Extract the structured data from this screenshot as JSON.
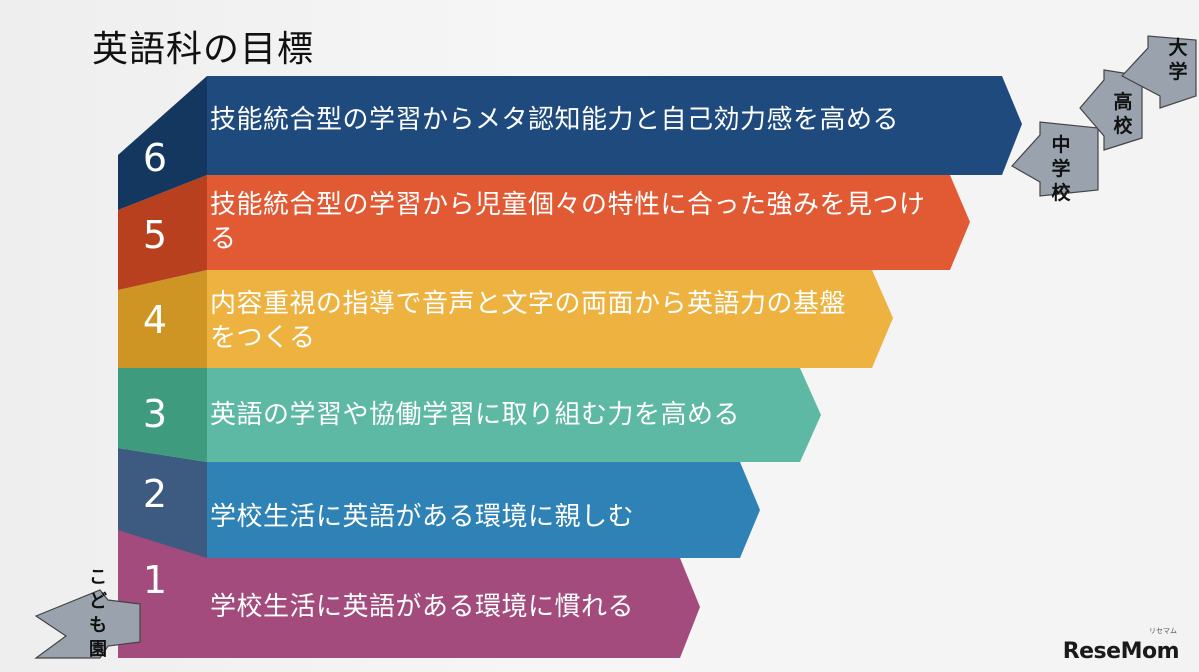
{
  "title": "英語科の目標",
  "levels": [
    {
      "number": "6",
      "text": "技能統合型の学習からメタ認知能力と自己効力感を高める",
      "color": "#1f4a7e",
      "side": "#14375f"
    },
    {
      "number": "5",
      "text": "技能統合型の学習から児童個々の特性に合った強みを見つける",
      "color": "#e25a34",
      "side": "#b8401f"
    },
    {
      "number": "4",
      "text": "内容重視の指導で音声と文字の両面から英語力の基盤をつくる",
      "color": "#eeb241",
      "side": "#cf9524"
    },
    {
      "number": "3",
      "text": "英語の学習や協働学習に取り組む力を高める",
      "color": "#5db9a3",
      "side": "#3e9b7d"
    },
    {
      "number": "2",
      "text": "学校生活に英語がある環境に親しむ",
      "color": "#2e82b6",
      "side": "#3d5a80"
    },
    {
      "number": "1",
      "text": "学校生活に英語がある環境に慣れる",
      "color": "#a34b7d",
      "side": "#a34b7d"
    }
  ],
  "stages": {
    "kindergarten": "こども園",
    "junior_high": "中学校",
    "high_school": "高校",
    "university": "大学"
  },
  "logo": "ReseMom",
  "logo_sub": "リセマム"
}
